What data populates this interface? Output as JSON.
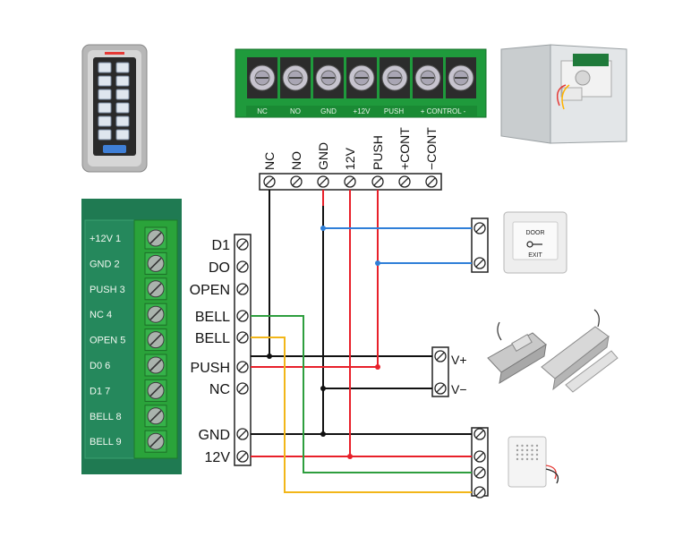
{
  "top_terminal_block": {
    "pcb_labels": [
      "NC",
      "NO",
      "GND",
      "+12V",
      "PUSH",
      "+ CONTROL -"
    ],
    "wire_labels": [
      "NC",
      "NO",
      "GND",
      "12V",
      "PUSH",
      "+CONT",
      "−CONT"
    ]
  },
  "controller_pcb": {
    "labels": [
      "+12V 1",
      "GND 2",
      "PUSH 3",
      "NC 4",
      "OPEN 5",
      "D0 6",
      "D1 7",
      "BELL 8",
      "BELL 9"
    ]
  },
  "controller_terminals": [
    "D1",
    "DO",
    "OPEN",
    "BELL",
    "BELL",
    "PUSH",
    "NC",
    "GND",
    "12V"
  ],
  "lock_terminals": [
    "V+",
    "V−"
  ],
  "exit_button": {
    "line1": "DOOR",
    "line2": "EXIT"
  },
  "colors": {
    "red": "#e8202a",
    "blue": "#2f7fd8",
    "green": "#2e9e3e",
    "yellow": "#f2b619",
    "black": "#111111",
    "pcb_green": "#1f9a3c",
    "board_green": "#1f7a52"
  },
  "icons": [
    "keypad-icon",
    "power-supply-box-icon",
    "exit-button-icon",
    "electric-strike-icon",
    "magnetic-lock-icon",
    "doorbell-icon"
  ]
}
